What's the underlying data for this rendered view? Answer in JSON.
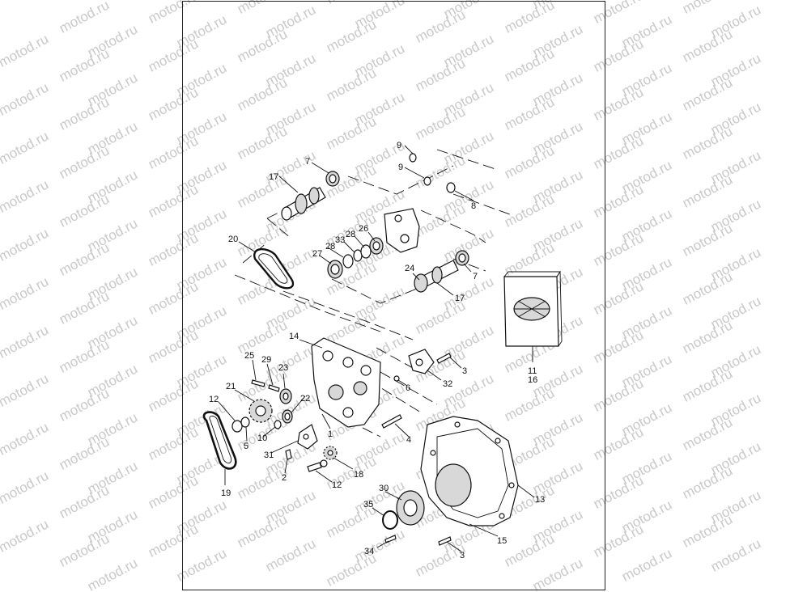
{
  "watermark": {
    "text": "motod.ru"
  },
  "callouts": [
    {
      "id": "c-9a",
      "text": "9"
    },
    {
      "id": "c-9b",
      "text": "9"
    },
    {
      "id": "c-8",
      "text": "8"
    },
    {
      "id": "c-7a",
      "text": "7"
    },
    {
      "id": "c-17a",
      "text": "17"
    },
    {
      "id": "c-20",
      "text": "20"
    },
    {
      "id": "c-27",
      "text": "27"
    },
    {
      "id": "c-28a",
      "text": "28"
    },
    {
      "id": "c-33",
      "text": "33"
    },
    {
      "id": "c-28b",
      "text": "28"
    },
    {
      "id": "c-26",
      "text": "26"
    },
    {
      "id": "c-24",
      "text": "24"
    },
    {
      "id": "c-7b",
      "text": "7"
    },
    {
      "id": "c-17b",
      "text": "17"
    },
    {
      "id": "c-14",
      "text": "14"
    },
    {
      "id": "c-25",
      "text": "25"
    },
    {
      "id": "c-29",
      "text": "29"
    },
    {
      "id": "c-23",
      "text": "23"
    },
    {
      "id": "c-21",
      "text": "21"
    },
    {
      "id": "c-22",
      "text": "22"
    },
    {
      "id": "c-12a",
      "text": "12"
    },
    {
      "id": "c-10",
      "text": "10"
    },
    {
      "id": "c-1",
      "text": "1"
    },
    {
      "id": "c-5",
      "text": "5"
    },
    {
      "id": "c-31",
      "text": "31"
    },
    {
      "id": "c-2",
      "text": "2"
    },
    {
      "id": "c-18",
      "text": "18"
    },
    {
      "id": "c-12b",
      "text": "12"
    },
    {
      "id": "c-19",
      "text": "19"
    },
    {
      "id": "c-3a",
      "text": "3"
    },
    {
      "id": "c-32",
      "text": "32"
    },
    {
      "id": "c-6",
      "text": "6"
    },
    {
      "id": "c-4",
      "text": "4"
    },
    {
      "id": "c-11",
      "text": "11"
    },
    {
      "id": "c-16",
      "text": "16"
    },
    {
      "id": "c-13",
      "text": "13"
    },
    {
      "id": "c-30",
      "text": "30"
    },
    {
      "id": "c-35",
      "text": "35"
    },
    {
      "id": "c-15",
      "text": "15"
    },
    {
      "id": "c-34",
      "text": "34"
    },
    {
      "id": "c-3b",
      "text": "3"
    }
  ]
}
